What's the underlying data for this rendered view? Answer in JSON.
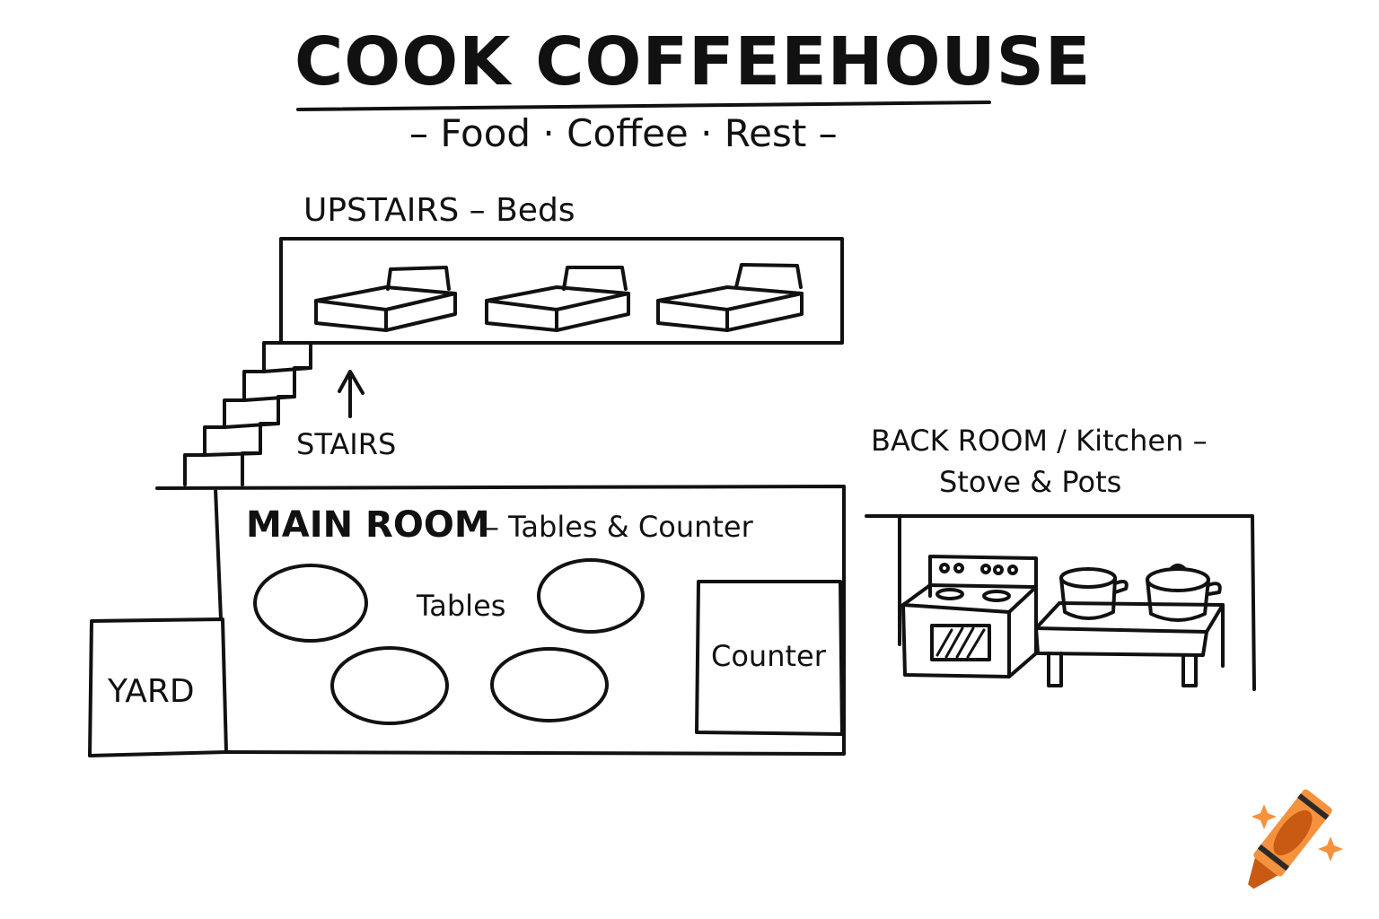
{
  "header": {
    "title": "COOK COFFEEHOUSE",
    "subtitle": "– Food · Coffee · Rest –"
  },
  "rooms": {
    "upstairs": {
      "label": "UPSTAIRS – Beds",
      "beds_count": 3
    },
    "stairs": {
      "label": "STAIRS"
    },
    "main_room": {
      "label": "MAIN ROOM",
      "sublabel": "– Tables & Counter",
      "tables_label": "Tables",
      "tables_count": 4,
      "counter_label": "Counter"
    },
    "yard": {
      "label": "YARD"
    },
    "back_room": {
      "label_line1": "BACK ROOM / Kitchen –",
      "label_line2": "Stove & Pots"
    }
  },
  "icons": [
    "bed-icon",
    "stairs-icon",
    "arrow-up-icon",
    "table-icon",
    "stove-icon",
    "pot-icon",
    "crayon-icon",
    "sparkle-icon"
  ],
  "colors": {
    "ink": "#111111",
    "crayon_orange": "#F5923E",
    "crayon_dark": "#C85A14",
    "crayon_band": "#2A2A2A"
  }
}
